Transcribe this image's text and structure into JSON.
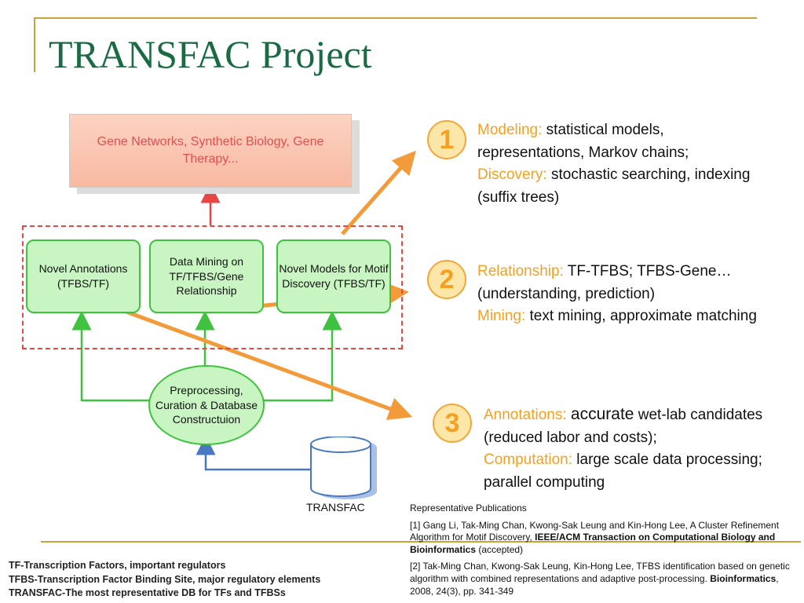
{
  "title": "TRANSFAC Project",
  "diagram": {
    "top_box": "Gene Networks, Synthetic Biology, Gene Therapy...",
    "green_boxes": [
      "Novel Annotations (TFBS/TF)",
      "Data Mining on TF/TFBS/Gene Relationship",
      "Novel Models for Motif Discovery (TFBS/TF)"
    ],
    "preprocessing": "Preprocessing, Curation & Database Constructuion",
    "database_label": "TRANSFAC"
  },
  "items": [
    {
      "number": "1",
      "h1": "Modeling:",
      "t1": "statistical models, representations, Markov chains;",
      "h2": "Discovery:",
      "t2": "stochastic searching, indexing (suffix trees)"
    },
    {
      "number": "2",
      "h1": "Relationship:",
      "t1": "TF-TFBS; TFBS-Gene… (understanding, prediction)",
      "h2": "Mining:",
      "t2": "text mining, approximate matching"
    },
    {
      "number": "3",
      "h1": "Annotations:",
      "t1a": "accurate",
      "t1": "wet-lab candidates (reduced labor and costs);",
      "h2": "Computation:",
      "t2": "large scale data processing; parallel computing"
    }
  ],
  "publications": {
    "heading": "Representative Publications",
    "p1_text": "[1] Gang Li, Tak-Ming Chan, Kwong-Sak Leung and Kin-Hong Lee, A Cluster Refinement Algorithm for Motif Discovery,",
    "p1_bold": "IEEE/ACM Transaction on Computational Biology and Bioinformatics",
    "p1_tail": "(accepted)",
    "p2_text": "[2] Tak-Ming Chan, Kwong-Sak Leung, Kin-Hong Lee, TFBS identification based on genetic algorithm with combined representations and adaptive post-processing.",
    "p2_bold": "Bioinformatics",
    "p2_tail": ", 2008, 24(3), pp. 341-349"
  },
  "footnotes": [
    "TF-Transcription Factors, important regulators",
    "TFBS-Transcription Factor Binding Site, major regulatory elements",
    "TRANSFAC-The most representative DB for TFs and TFBSs"
  ],
  "colors": {
    "title": "#1a6b43",
    "rule": "#c8a33a",
    "accent": "#f5a020",
    "green": "#3fc23f",
    "red": "#e84545",
    "blue": "#4a78c0"
  }
}
